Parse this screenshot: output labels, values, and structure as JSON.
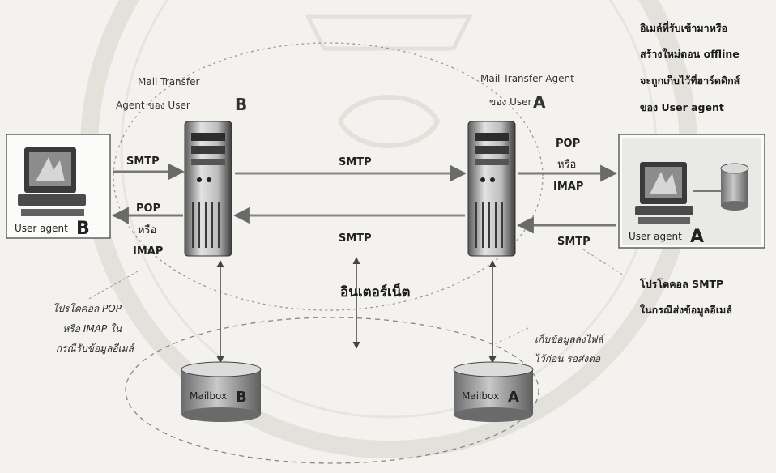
{
  "diagram": {
    "top_right_note": [
      "อิเมล์ที่รับเข้ามาหรือ",
      "สร้างใหม่ตอน offline",
      "จะถูกเก็บไว้ที่ฮาร์ดดิกส์",
      "ของ User agent"
    ],
    "mta_b_label": [
      "Mail Transfer",
      "Agent ของ User"
    ],
    "mta_b_letter": "B",
    "mta_a_label": [
      "Mail Transfer Agent",
      "ของ User"
    ],
    "mta_a_letter": "A",
    "user_agent_b": {
      "text": "User agent",
      "letter": "B"
    },
    "user_agent_a": {
      "text": "User agent",
      "letter": "A"
    },
    "protocol_smtp": "SMTP",
    "protocol_pop_imap": [
      "POP",
      "หรือ",
      "IMAP"
    ],
    "internet_label": "อินเตอร์เน็ต",
    "note_pop_imap": [
      "โปรโตคอล POP",
      "หรือ IMAP ใน",
      "กรณีรับข้อมูลอีเมล์"
    ],
    "note_smtp_send": [
      "โปรโตคอล SMTP",
      "ในกรณีส่งข้อมูลอีเมล์"
    ],
    "note_store": [
      "เก็บข้อมูลลงไฟล์",
      "ไว้ก่อน รอส่งต่อ"
    ],
    "mailbox_b": {
      "text": "Mailbox",
      "letter": "B"
    },
    "mailbox_a": {
      "text": "Mailbox",
      "letter": "A"
    }
  }
}
